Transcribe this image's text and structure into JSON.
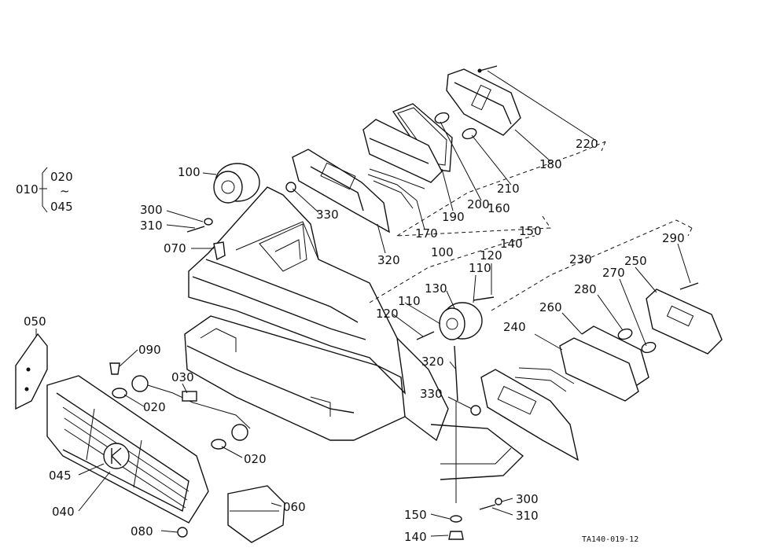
{
  "diagram": {
    "reference_code": "TA140-019-12",
    "bracket_group": {
      "label": "010",
      "range_start": "020",
      "range_sep": "~",
      "range_end": "045"
    },
    "callouts": [
      {
        "id": "c100a",
        "text": "100"
      },
      {
        "id": "c300a",
        "text": "300"
      },
      {
        "id": "c310a",
        "text": "310"
      },
      {
        "id": "c070",
        "text": "070"
      },
      {
        "id": "c330a",
        "text": "330"
      },
      {
        "id": "c320a",
        "text": "320"
      },
      {
        "id": "c170",
        "text": "170"
      },
      {
        "id": "c190",
        "text": "190"
      },
      {
        "id": "c200",
        "text": "200"
      },
      {
        "id": "c160",
        "text": "160"
      },
      {
        "id": "c210",
        "text": "210"
      },
      {
        "id": "c180",
        "text": "180"
      },
      {
        "id": "c220",
        "text": "220"
      },
      {
        "id": "c150a",
        "text": "150"
      },
      {
        "id": "c140a",
        "text": "140"
      },
      {
        "id": "c120a",
        "text": "120"
      },
      {
        "id": "c100b",
        "text": "100"
      },
      {
        "id": "c110a",
        "text": "110"
      },
      {
        "id": "c130",
        "text": "130"
      },
      {
        "id": "c110b",
        "text": "110"
      },
      {
        "id": "c120b",
        "text": "120"
      },
      {
        "id": "c320b",
        "text": "320"
      },
      {
        "id": "c330b",
        "text": "330"
      },
      {
        "id": "c230",
        "text": "230"
      },
      {
        "id": "c250",
        "text": "250"
      },
      {
        "id": "c290",
        "text": "290"
      },
      {
        "id": "c280",
        "text": "280"
      },
      {
        "id": "c270",
        "text": "270"
      },
      {
        "id": "c260",
        "text": "260"
      },
      {
        "id": "c240",
        "text": "240"
      },
      {
        "id": "c050",
        "text": "050"
      },
      {
        "id": "c090",
        "text": "090"
      },
      {
        "id": "c030",
        "text": "030"
      },
      {
        "id": "c020a",
        "text": "020"
      },
      {
        "id": "c020b",
        "text": "020"
      },
      {
        "id": "c045",
        "text": "045"
      },
      {
        "id": "c040",
        "text": "040"
      },
      {
        "id": "c060",
        "text": "060"
      },
      {
        "id": "c080",
        "text": "080"
      },
      {
        "id": "c300b",
        "text": "300"
      },
      {
        "id": "c310b",
        "text": "310"
      },
      {
        "id": "c150b",
        "text": "150"
      },
      {
        "id": "c140b",
        "text": "140"
      }
    ]
  }
}
